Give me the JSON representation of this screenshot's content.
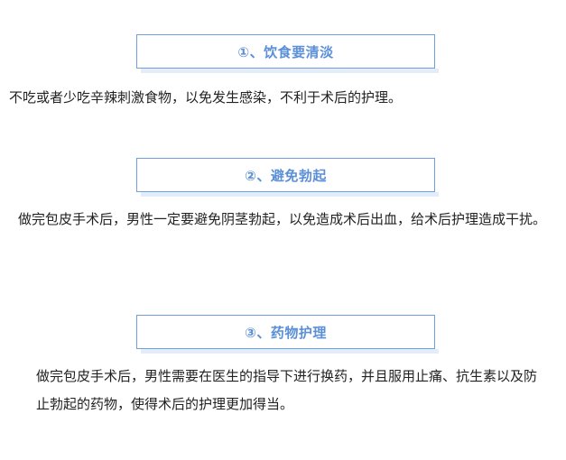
{
  "sections": [
    {
      "title": "①、饮食要清淡",
      "body": "不吃或者少吃辛辣刺激食物，以免发生感染，不利于术后的护理。"
    },
    {
      "title": "②、避免勃起",
      "body": "做完包皮手术后，男性一定要避免阴茎勃起，以免造成术后出血，给术后护理造成干扰。"
    },
    {
      "title": "③、药物护理",
      "body": "做完包皮手术后，男性需要在医生的指导下进行换药，并且服用止痛、抗生素以及防止勃起的药物，使得术后的护理更加得当。"
    }
  ]
}
